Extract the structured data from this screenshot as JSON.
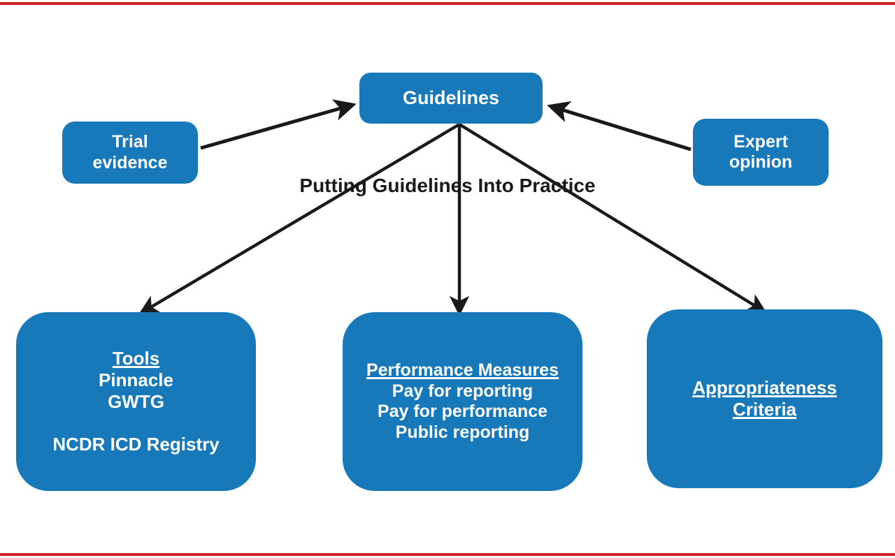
{
  "figure": {
    "caption": "Putting Guidelines Into Practice",
    "accent_blue": "#1779ba",
    "rule_red": "#cf2026",
    "text_on_blue": "#ffffff",
    "edge_color": "#1a1a1a"
  },
  "nodes": {
    "guidelines": {
      "label": "Guidelines"
    },
    "trial_evidence": {
      "line1": "Trial",
      "line2": "evidence"
    },
    "expert_opinion": {
      "line1": "Expert",
      "line2": "opinion"
    },
    "tools": {
      "heading": "Tools",
      "line1": "Pinnacle",
      "line2": "GWTG",
      "line3": "NCDR ICD Registry"
    },
    "performance_measures": {
      "heading": "Performance Measures",
      "line1": "Pay for reporting",
      "line2": "Pay for performance",
      "line3": "Public reporting"
    },
    "appropriateness_criteria": {
      "line1": "Appropriateness",
      "line2": "Criteria"
    }
  },
  "edges": [
    {
      "name": "trial-evidence-to-guidelines",
      "from": "trial_evidence",
      "to": "guidelines",
      "direction": "up-right"
    },
    {
      "name": "expert-opinion-to-guidelines",
      "from": "expert_opinion",
      "to": "guidelines",
      "direction": "up-left"
    },
    {
      "name": "guidelines-to-tools",
      "from": "guidelines",
      "to": "tools",
      "direction": "down-left"
    },
    {
      "name": "guidelines-to-performance-measures",
      "from": "guidelines",
      "to": "performance_measures",
      "direction": "down"
    },
    {
      "name": "guidelines-to-appropriateness-criteria",
      "from": "guidelines",
      "to": "appropriateness_criteria",
      "direction": "down-right"
    }
  ]
}
